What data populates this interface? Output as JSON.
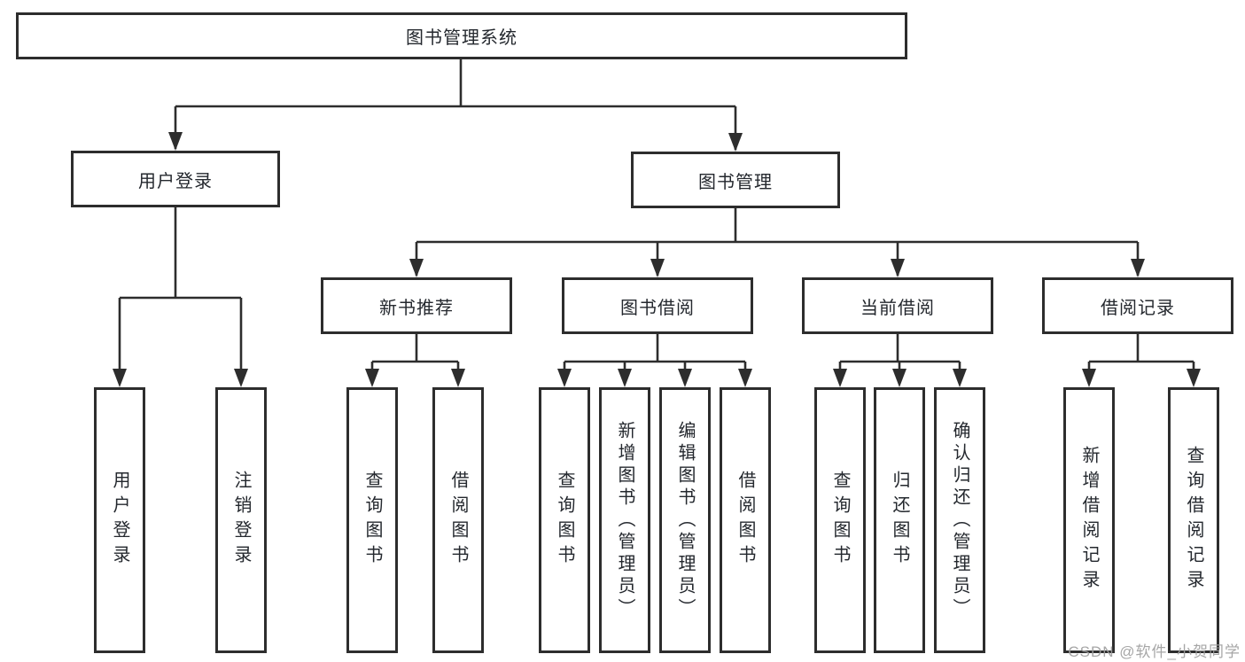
{
  "diagram_title": "图书管理系统",
  "nodes": {
    "root": "图书管理系统",
    "user_login": "用户登录",
    "book_mgmt": "图书管理",
    "new_book_rec": "新书推荐",
    "book_borrow": "图书借阅",
    "current_borrow": "当前借阅",
    "borrow_records": "借阅记录",
    "leaf_user_login": "用户登录",
    "leaf_logout": "注销登录",
    "rec_query_books": "查询图书",
    "rec_borrow_books": "借阅图书",
    "bb_query_books": "查询图书",
    "bb_add_books_admin": "新增图书（管理员）",
    "bb_edit_books_admin": "编辑图书（管理员）",
    "bb_borrow_books": "借阅图书",
    "cb_query_books": "查询图书",
    "cb_return_books": "归还图书",
    "cb_confirm_return_admin": "确认归还（管理员）",
    "br_add_record": "新增借阅记录",
    "br_query_record": "查询借阅记录"
  },
  "watermark": "CSDN @软件_小贺同学",
  "colors": {
    "line": "#2d2d2d",
    "text": "#24282e",
    "background": "#ffffff",
    "watermark": "#9e9e9e"
  }
}
